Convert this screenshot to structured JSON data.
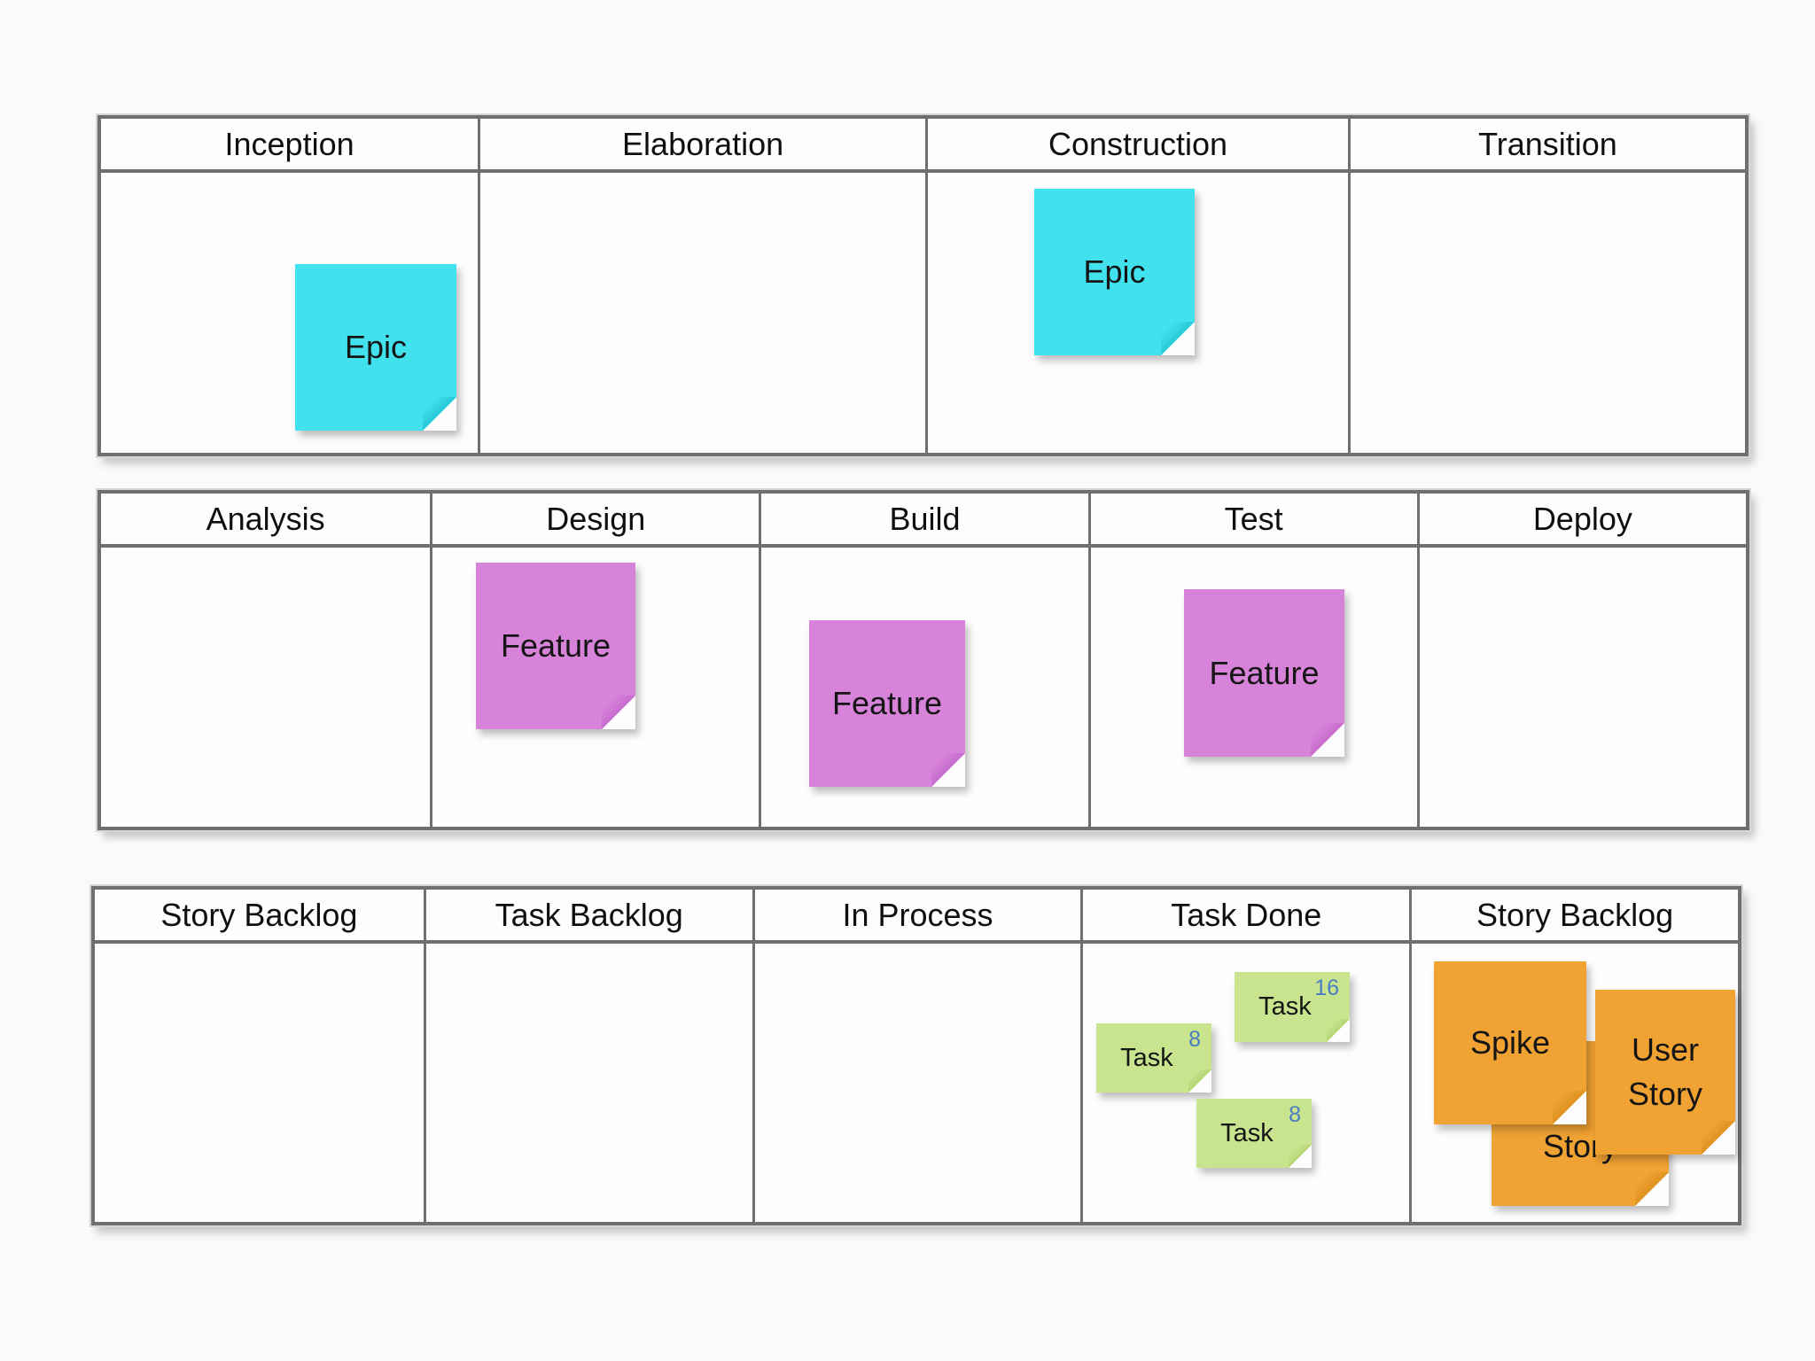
{
  "colors": {
    "epic_note": "#41E2EE",
    "feature_note": "#D783DA",
    "task_note": "#C9E48F",
    "story_note": "#F0A233",
    "points_text": "#4A7CC2",
    "grid_line": "#6F6F6F",
    "cell_background": "#FDFDFD"
  },
  "boards": [
    {
      "columns": [
        "Inception",
        "Elaboration",
        "Construction",
        "Transition"
      ]
    },
    {
      "columns": [
        "Analysis",
        "Design",
        "Build",
        "Test",
        "Deploy"
      ]
    },
    {
      "columns": [
        "Story Backlog",
        "Task Backlog",
        "In Process",
        "Task Done",
        "Story Backlog"
      ]
    }
  ],
  "notes": {
    "epic_inception": {
      "label": "Epic"
    },
    "epic_construction": {
      "label": "Epic"
    },
    "feature_design": {
      "label": "Feature"
    },
    "feature_build": {
      "label": "Feature"
    },
    "feature_test": {
      "label": "Feature"
    },
    "task_16": {
      "label": "Task",
      "points": "16"
    },
    "task_8a": {
      "label": "Task",
      "points": "8"
    },
    "task_8b": {
      "label": "Task",
      "points": "8"
    },
    "story_hidden": {
      "label": "Story"
    },
    "spike": {
      "label": "Spike"
    },
    "user_story": {
      "label": "User Story"
    }
  }
}
